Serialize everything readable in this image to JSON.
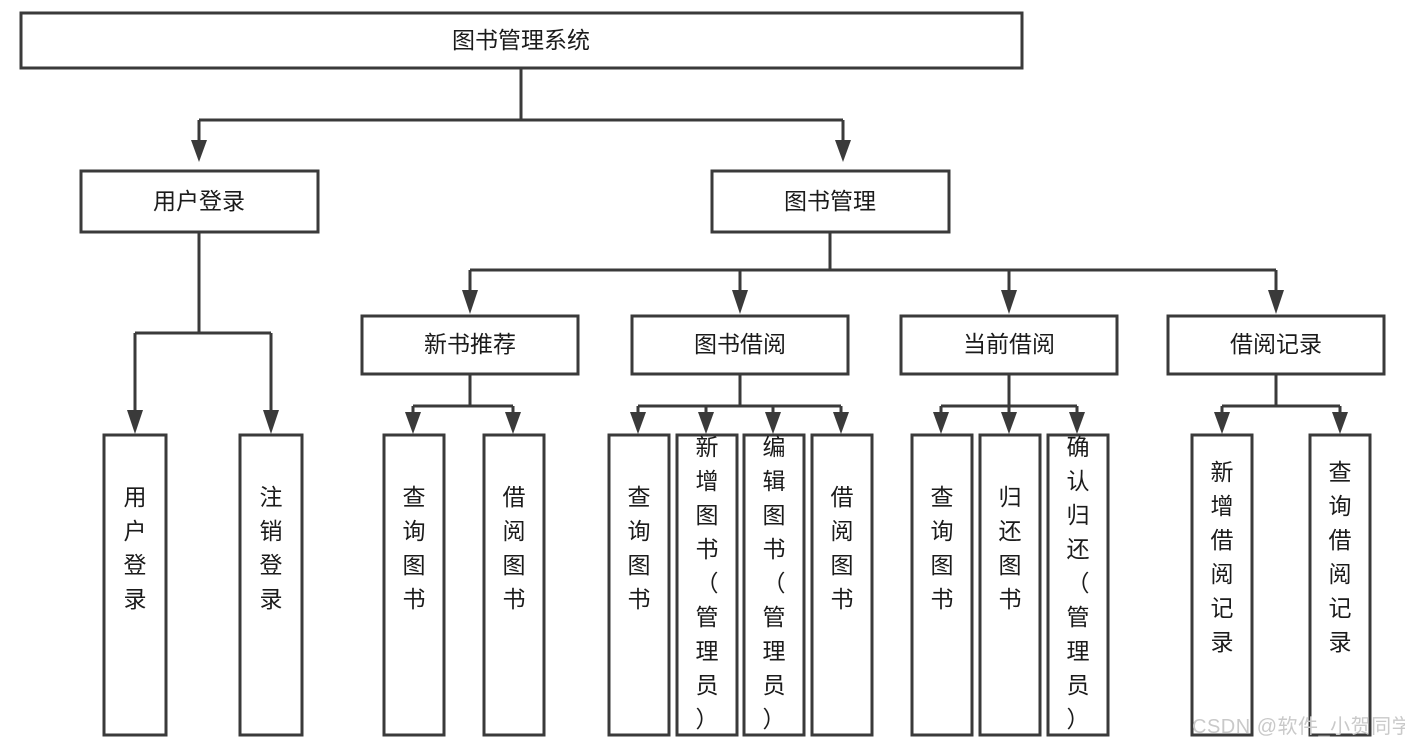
{
  "diagram": {
    "type": "hierarchy-tree",
    "title": "图书管理系统",
    "orientation": "top-down",
    "colors": {
      "box_stroke": "#3a3a3a",
      "box_fill": "#ffffff",
      "connector": "#3a3a3a",
      "text": "#1b1b1b",
      "watermark": "#c9c9c9",
      "background": "#ffffff"
    },
    "root": {
      "label": "图书管理系统"
    },
    "level2": [
      {
        "label": "用户登录"
      },
      {
        "label": "图书管理"
      }
    ],
    "level3": [
      {
        "label": "新书推荐"
      },
      {
        "label": "图书借阅"
      },
      {
        "label": "当前借阅"
      },
      {
        "label": "借阅记录"
      }
    ],
    "leaves": {
      "user_login": [
        {
          "label": "用户登录"
        },
        {
          "label": "注销登录"
        }
      ],
      "new_book_recommend": [
        {
          "label": "查询图书"
        },
        {
          "label": "借阅图书"
        }
      ],
      "book_borrow": [
        {
          "label": "查询图书"
        },
        {
          "label": "新增图书（管理员）"
        },
        {
          "label": "编辑图书（管理员）"
        },
        {
          "label": "借阅图书"
        }
      ],
      "current_borrow": [
        {
          "label": "查询图书"
        },
        {
          "label": "归还图书"
        },
        {
          "label": "确认归还（管理员）"
        }
      ],
      "borrow_record": [
        {
          "label": "新增借阅记录"
        },
        {
          "label": "查询借阅记录"
        }
      ]
    }
  },
  "watermark": {
    "text": "CSDN @软件_小贺同学"
  }
}
